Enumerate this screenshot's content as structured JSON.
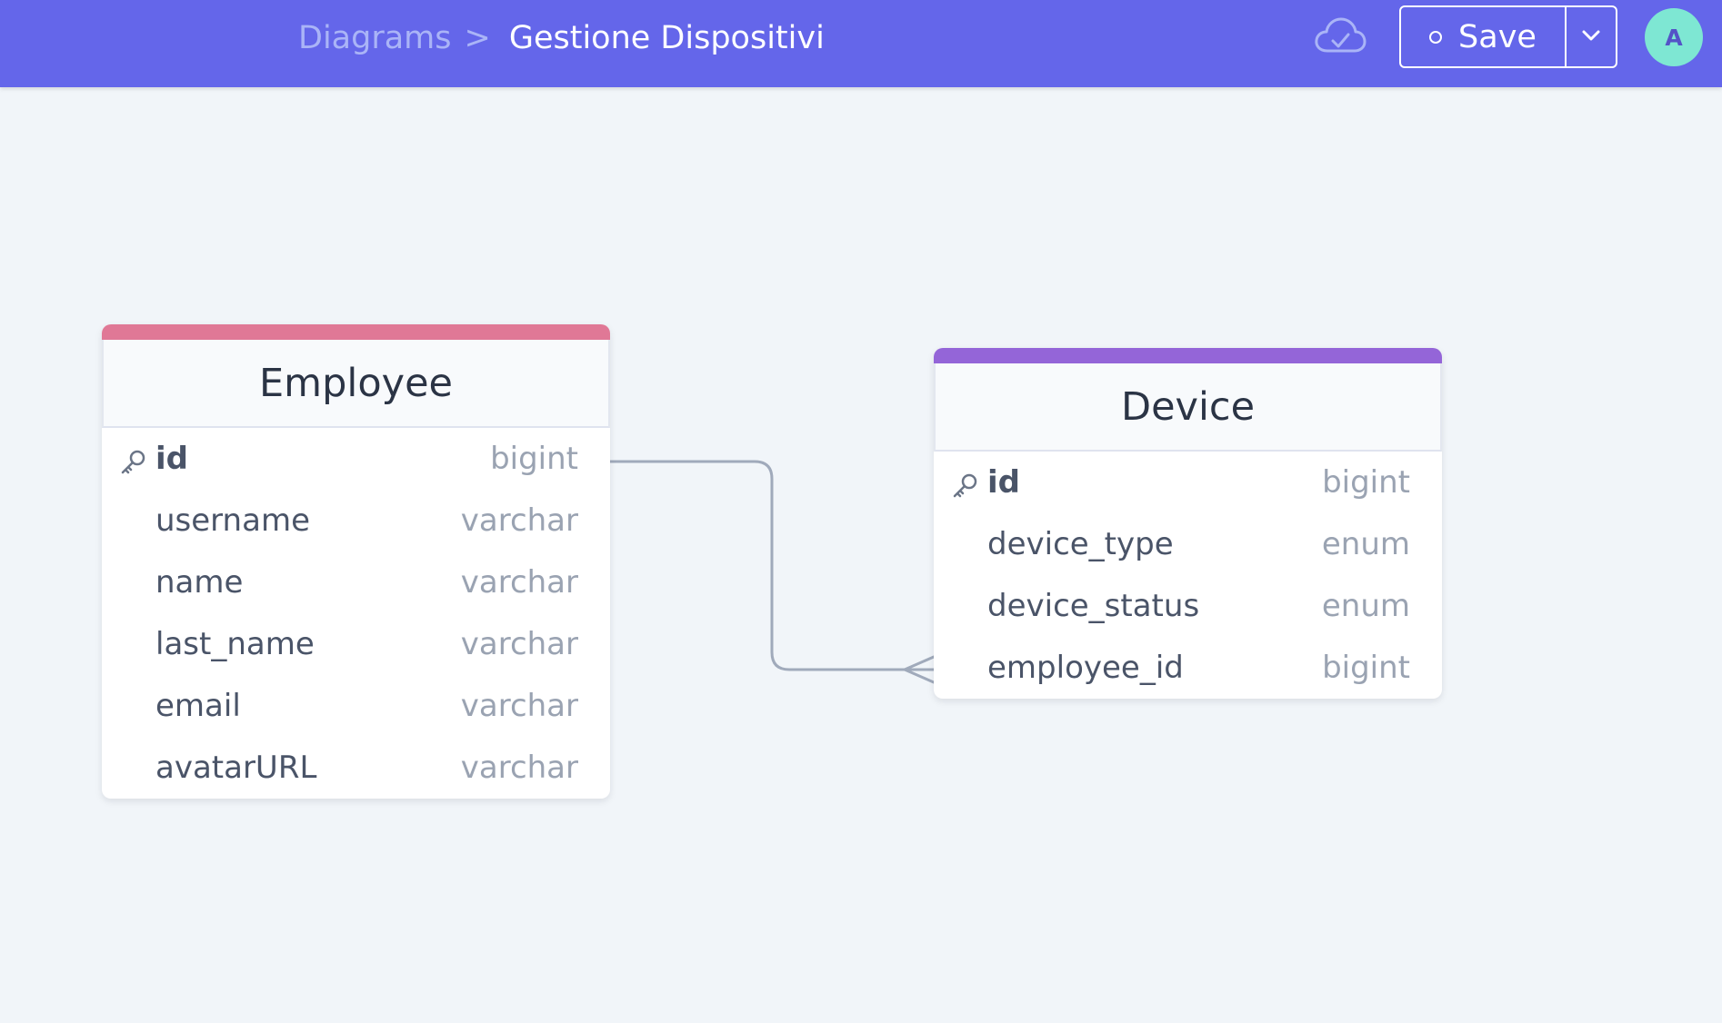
{
  "header": {
    "breadcrumb_parent": "Diagrams",
    "breadcrumb_separator": ">",
    "diagram_name": "Gestione Dispositivi",
    "save_label": "Save",
    "avatar_initial": "A"
  },
  "colors": {
    "topbar": "#6466ea",
    "employee_accent": "#e07896",
    "device_accent": "#9465d8",
    "connector": "#a0aabb"
  },
  "icons": {
    "sync_status": "cloud-check-icon",
    "save_menu": "chevron-down-icon",
    "primary_key": "key-icon"
  },
  "tables": {
    "employee": {
      "name": "Employee",
      "fields": [
        {
          "name": "id",
          "type": "bigint",
          "primary_key": true
        },
        {
          "name": "username",
          "type": "varchar",
          "primary_key": false
        },
        {
          "name": "name",
          "type": "varchar",
          "primary_key": false
        },
        {
          "name": "last_name",
          "type": "varchar",
          "primary_key": false
        },
        {
          "name": "email",
          "type": "varchar",
          "primary_key": false
        },
        {
          "name": "avatarURL",
          "type": "varchar",
          "primary_key": false
        }
      ]
    },
    "device": {
      "name": "Device",
      "fields": [
        {
          "name": "id",
          "type": "bigint",
          "primary_key": true
        },
        {
          "name": "device_type",
          "type": "enum",
          "primary_key": false
        },
        {
          "name": "device_status",
          "type": "enum",
          "primary_key": false
        },
        {
          "name": "employee_id",
          "type": "bigint",
          "primary_key": false
        }
      ]
    }
  },
  "relationship": {
    "from": "Employee.id",
    "to": "Device.employee_id",
    "cardinality": "one-to-many"
  }
}
